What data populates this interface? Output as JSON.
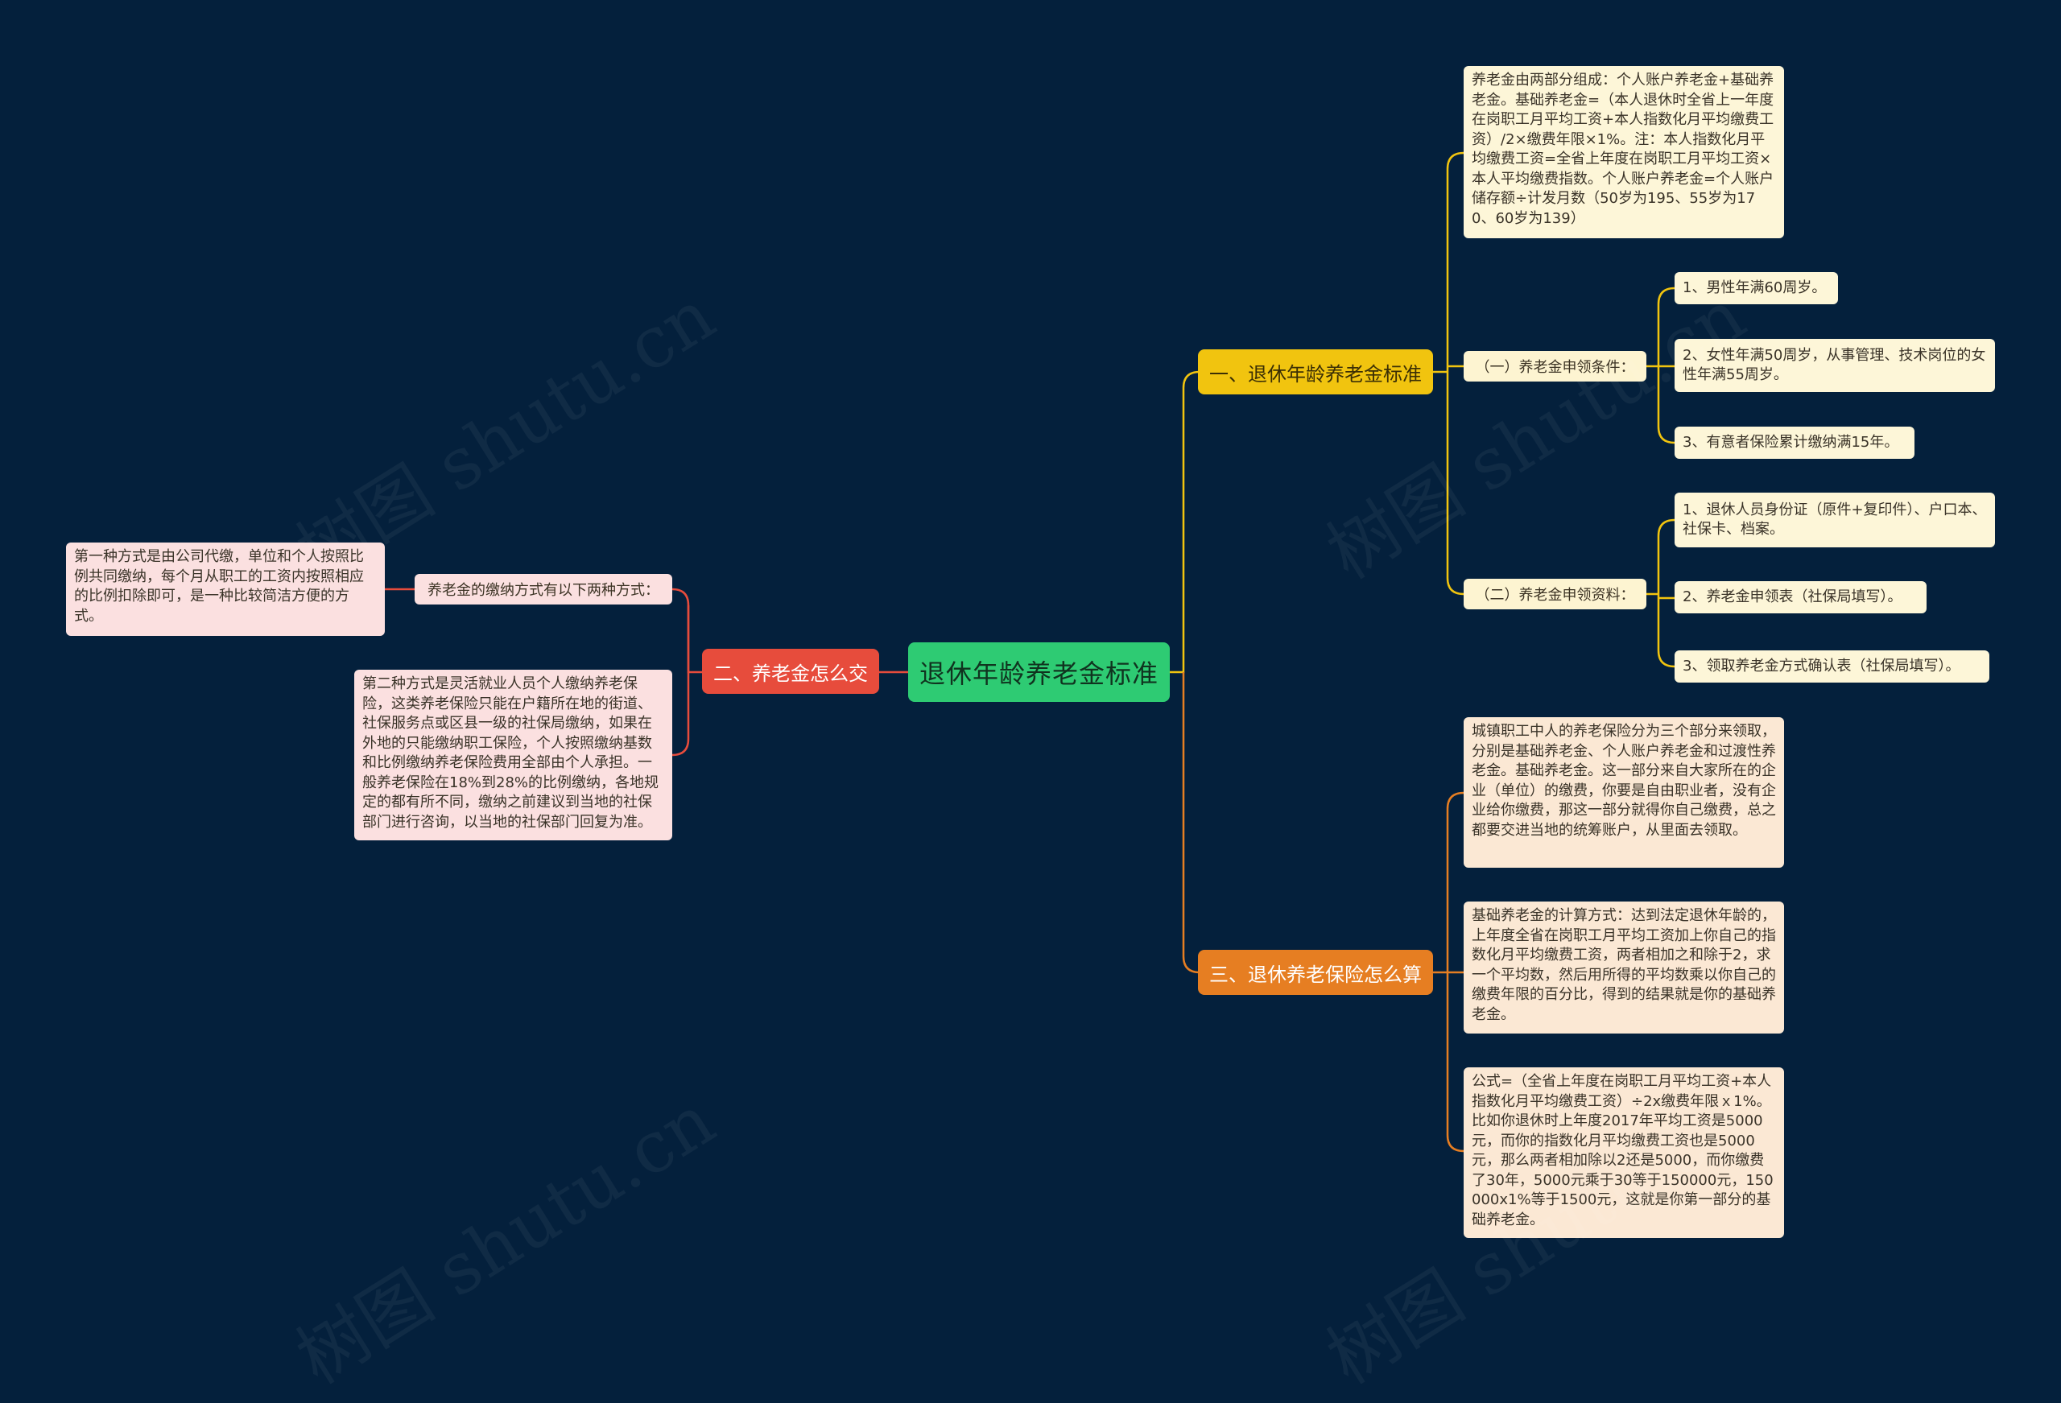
{
  "root": {
    "label": "退休年龄养老金标准"
  },
  "branch1": {
    "label": "一、退休年龄养老金标准",
    "intro": "养老金由两部分组成：个人账户养老金+基础养老金。基础养老金=（本人退休时全省上一年度在岗职工月平均工资+本人指数化月平均缴费工资）/2×缴费年限×1%。注：本人指数化月平均缴费工资=全省上年度在岗职工月平均工资×本人平均缴费指数。个人账户养老金=个人账户储存额÷计发月数（50岁为195、55岁为170、60岁为139）",
    "conditions": {
      "label": "（一）养老金申领条件：",
      "items": [
        "1、男性年满60周岁。",
        "2、女性年满50周岁，从事管理、技术岗位的女性年满55周岁。",
        "3、有意者保险累计缴纳满15年。"
      ]
    },
    "materials": {
      "label": "（二）养老金申领资料：",
      "items": [
        "1、退休人员身份证（原件+复印件）、户口本、社保卡、档案。",
        "2、养老金申领表（社保局填写）。",
        "3、领取养老金方式确认表（社保局填写）。"
      ]
    }
  },
  "branch2": {
    "label": "二、养老金怎么交",
    "sub": "养老金的缴纳方式有以下两种方式：",
    "way1": "第一种方式是由公司代缴，单位和个人按照比例共同缴纳，每个月从职工的工资内按照相应的比例扣除即可，是一种比较简洁方便的方式。",
    "way2": "第二种方式是灵活就业人员个人缴纳养老保险，这类养老保险只能在户籍所在地的街道、社保服务点或区县一级的社保局缴纳，如果在外地的只能缴纳职工保险，个人按照缴纳基数和比例缴纳养老保险费用全部由个人承担。一般养老保险在18%到28%的比例缴纳，各地规定的都有所不同，缴纳之前建议到当地的社保部门进行咨询，以当地的社保部门回复为准。"
  },
  "branch3": {
    "label": "三、退休养老保险怎么算",
    "text1": "城镇职工中人的养老保险分为三个部分来领取，分别是基础养老金、个人账户养老金和过渡性养老金。基础养老金。这一部分来自大家所在的企业（单位）的缴费，你要是自由职业者，没有企业给你缴费，那这一部分就得你自己缴费，总之都要交进当地的统筹账户，从里面去领取。",
    "text2": "基础养老金的计算方式：达到法定退休年龄的，上年度全省在岗职工月平均工资加上你自己的指数化月平均缴费工资，两者相加之和除于2，求一个平均数，然后用所得的平均数乘以你自己的缴费年限的百分比，得到的结果就是你的基础养老金。",
    "text3": "公式=（全省上年度在岗职工月平均工资+本人指数化月平均缴费工资）÷2x缴费年限ｘ1%。比如你退休时上年度2017年平均工资是5000元，而你的指数化月平均缴费工资也是5000元，那么两者相加除以2还是5000，而你缴费了30年，5000元乘于30等于150000元，150000x1%等于1500元，这就是你第一部分的基础养老金。"
  },
  "watermark": "树图 shutu.cn",
  "colors": {
    "background": "#04203c",
    "root": "#2ecb73",
    "branch1": "#f1c40f",
    "branch2": "#e74c3c",
    "branch3": "#e67e22"
  }
}
